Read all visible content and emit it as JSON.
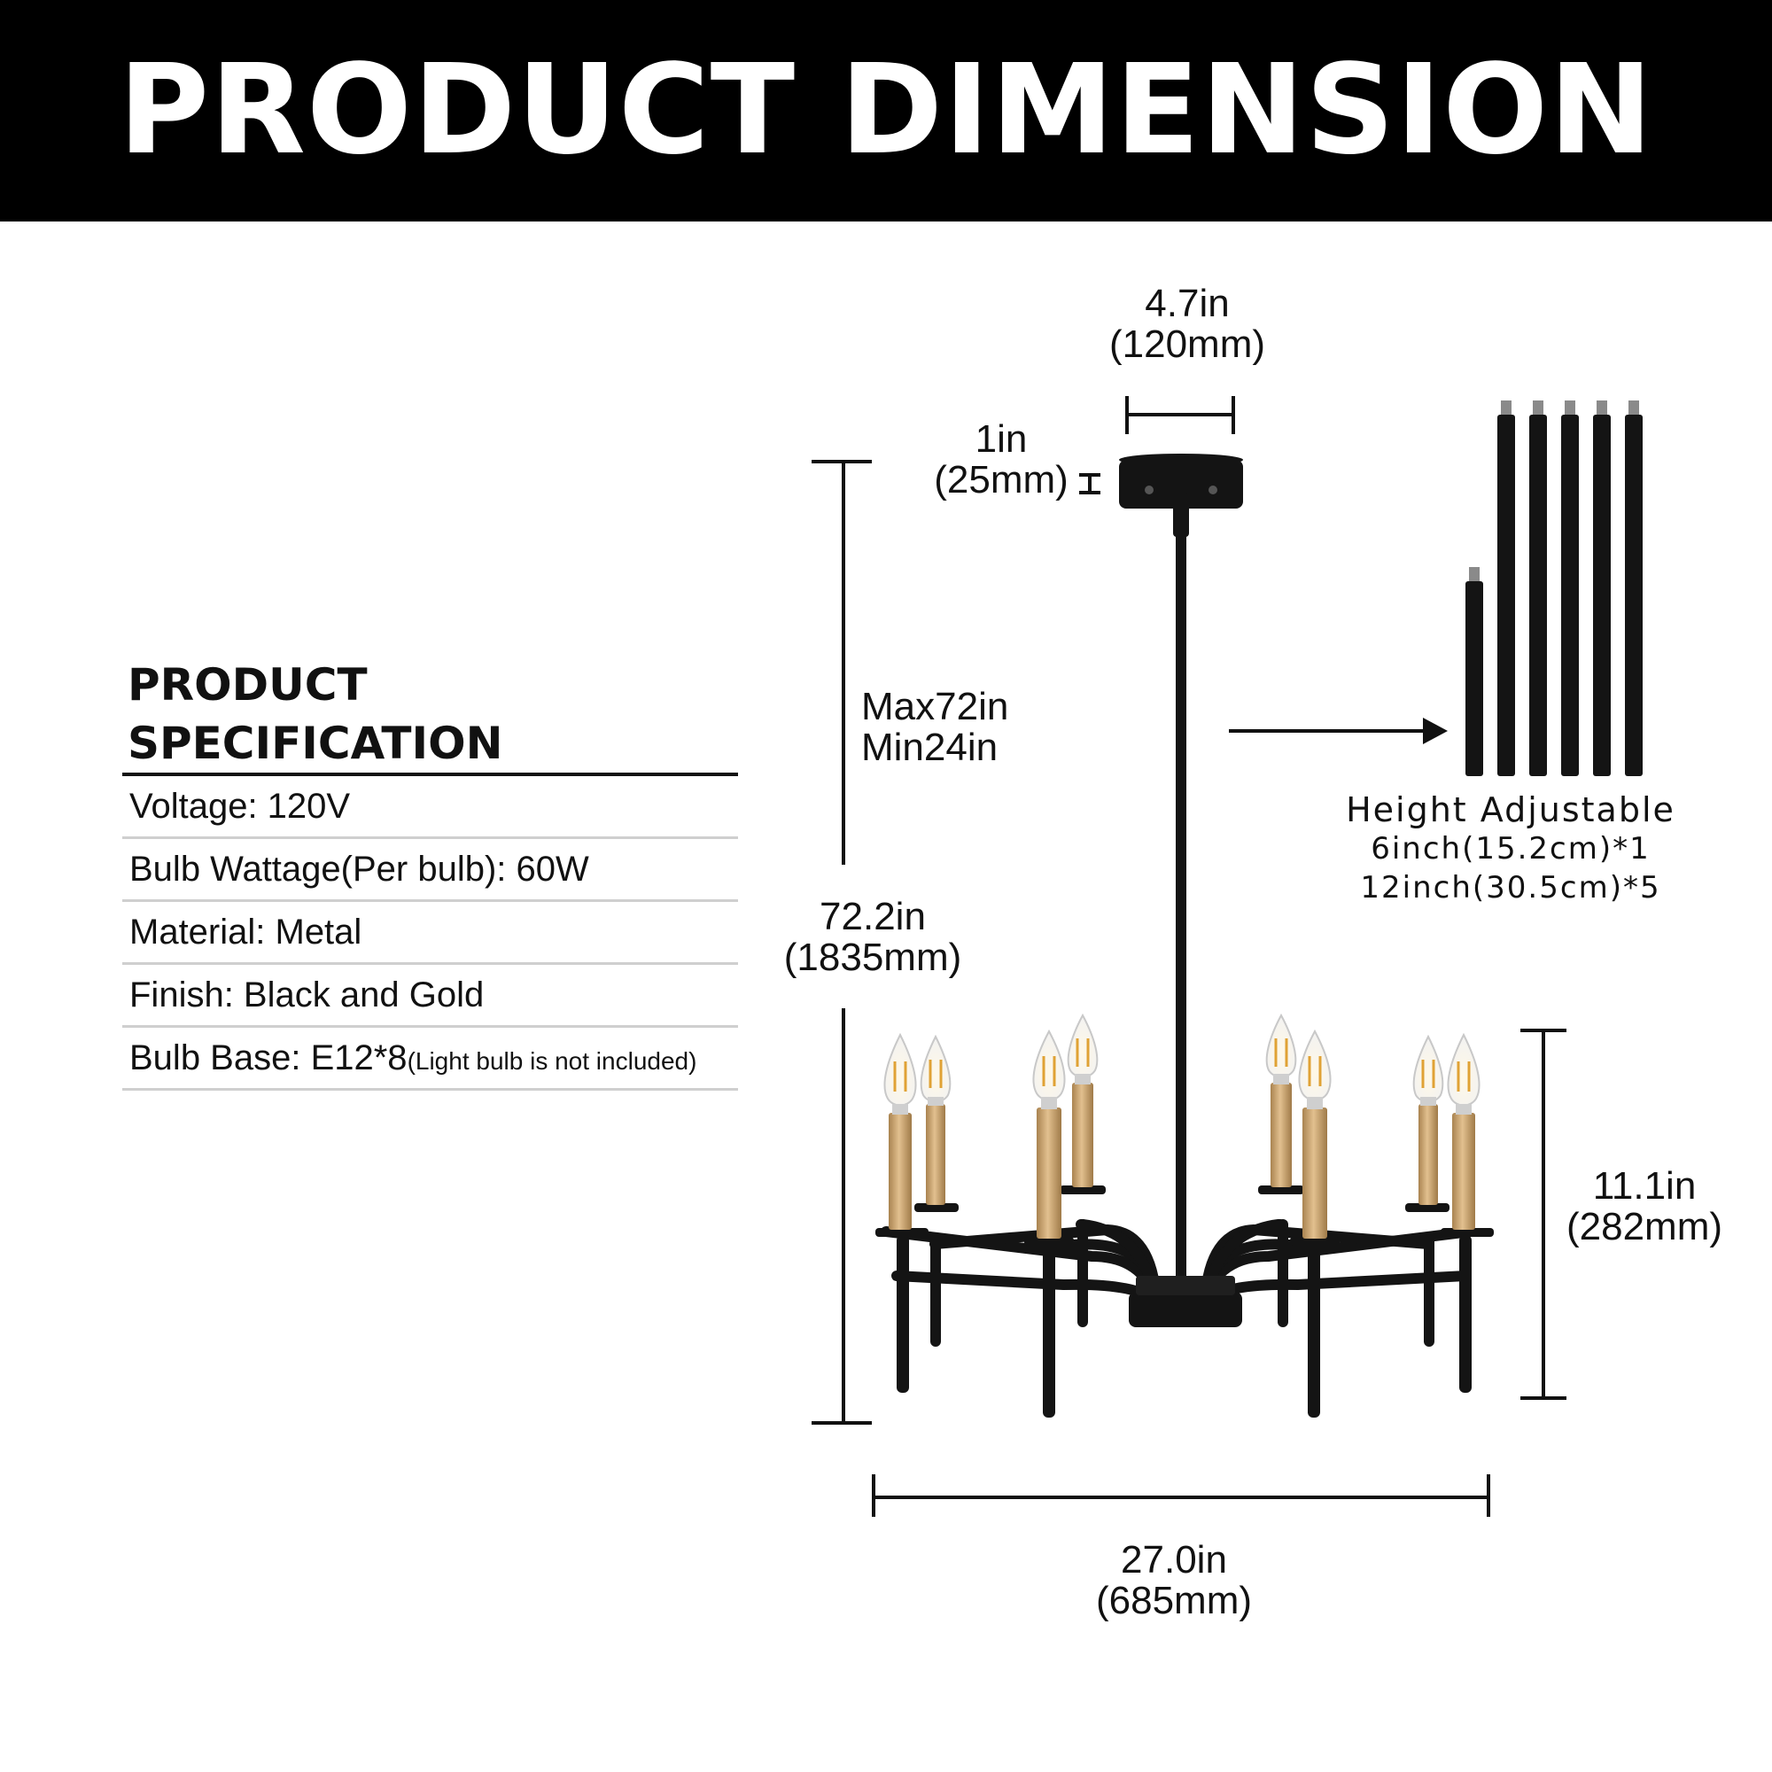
{
  "banner": {
    "title": "PRODUCT DIMENSION"
  },
  "spec": {
    "title": "PRODUCT SPECIFICATION",
    "voltage": "Voltage: 120V",
    "wattage": "Bulb Wattage(Per bulb): 60W",
    "material": "Material: Metal",
    "finish": "Finish: Black and Gold",
    "base": "Bulb Base: E12*8",
    "base_note": "(Light bulb is not included)"
  },
  "dimensions": {
    "canopy_width": {
      "imperial": "4.7in",
      "metric": "(120mm)"
    },
    "canopy_height": {
      "imperial": "1in",
      "metric": "(25mm)"
    },
    "rod_range": {
      "max": "Max72in",
      "min": "Min24in"
    },
    "total_height": {
      "imperial": "72.2in",
      "metric": "(1835mm)"
    },
    "body_height": {
      "imperial": "11.1in",
      "metric": "(282mm)"
    },
    "width": {
      "imperial": "27.0in",
      "metric": "(685mm)"
    }
  },
  "rods": {
    "title": "Height Adjustable",
    "line1": "6inch(15.2cm)*1",
    "line2": "12inch(30.5cm)*5"
  },
  "colors": {
    "frame": "#141414",
    "gold": "#c9a06a",
    "banner": "#000000"
  }
}
